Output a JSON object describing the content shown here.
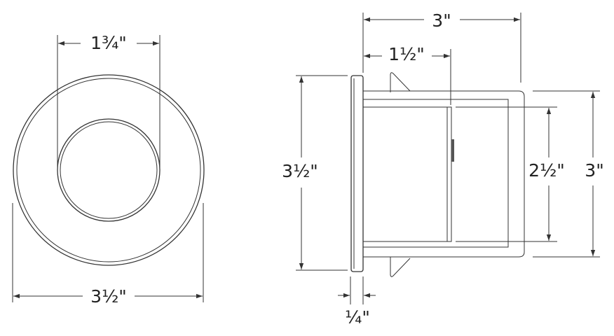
{
  "front_view": {
    "inner_diameter_label": "1¾\"",
    "outer_diameter_label": "3½\""
  },
  "side_view": {
    "depth_label": "3\"",
    "inner_depth_label": "1½\"",
    "flange_height_label": "3½\"",
    "inner_height_label": "2½\"",
    "body_height_label": "3\"",
    "flange_thickness_label": "¼\""
  },
  "colors": {
    "line": "#333333",
    "fill": "#e3e3e3"
  }
}
